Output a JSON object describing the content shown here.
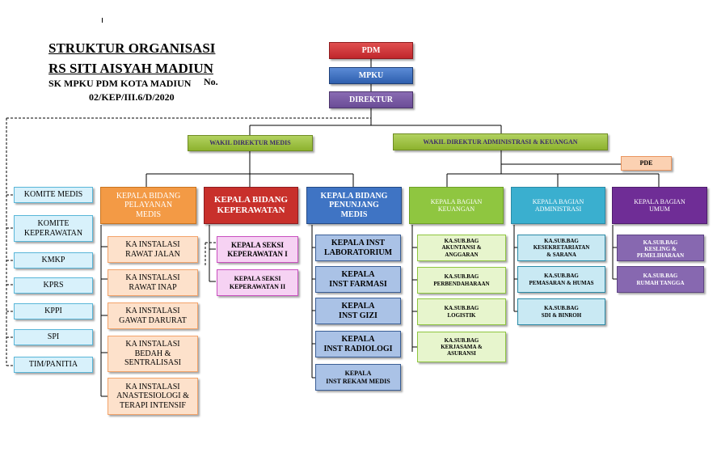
{
  "title": {
    "line1": "STRUKTUR ORGANISASI",
    "line2": "RS SITI AISYAH MADIUN",
    "line3": "SK MPKU PDM KOTA MADIUN",
    "line3_no": "No.",
    "line4": "02/KEP/III.6/D/2020"
  },
  "top": {
    "pdm": "PDM",
    "mpku": "MPKU",
    "direktur": "DIREKTUR"
  },
  "wakil": {
    "medis": "WAKIL DIREKTUR MEDIS",
    "admin": "WAKIL DIREKTUR ADMINISTRASI & KEUANGAN"
  },
  "pde": "PDE",
  "komite": [
    "KOMITE MEDIS",
    "KOMITE\nKEPERAWATAN",
    "KMKP",
    "KPRS",
    "KPPI",
    "SPI",
    "TIM/PANITIA"
  ],
  "pelayanan": {
    "head": "KEPALA BIDANG\nPELAYANAN\nMEDIS",
    "items": [
      "KA INSTALASI\nRAWAT JALAN",
      "KA INSTALASI\nRAWAT INAP",
      "KA INSTALASI\nGAWAT DARURAT",
      "KA INSTALASI\nBEDAH &\nSENTRALISASI",
      "KA INSTALASI\nANASTESIOLOGI &\nTERAPI INTENSIF"
    ]
  },
  "keperawatan": {
    "head": "KEPALA BIDANG\nKEPERAWATAN",
    "items": [
      "KEPALA SEKSI\nKEPERAWATAN I",
      "KEPALA SEKSI\nKEPERAWATAN II"
    ]
  },
  "penunjang": {
    "head": "KEPALA BIDANG\nPENUNJANG\nMEDIS",
    "items": [
      "KEPALA INST\nLABORATORIUM",
      "KEPALA\nINST FARMASI",
      "KEPALA\nINST GIZI",
      "KEPALA\nINST RADIOLOGI",
      "KEPALA\nINST REKAM MEDIS"
    ]
  },
  "keuangan": {
    "head": "KEPALA BAGIAN\nKEUANGAN",
    "items": [
      "KA.SUB.BAG\nAKUNTANSI &\nANGGARAN",
      "KA.SUB.BAG\nPERBENDAHARAAN",
      "KA.SUB.BAG\nLOGISTIK",
      "KA.SUB.BAG\nKERJASAMA &\nASURANSI"
    ]
  },
  "administrasi": {
    "head": "KEPALA BAGIAN\nADMINISTRASI",
    "items": [
      "KA.SUB.BAG\nKESEKRETARIATAN\n& SARANA",
      "KA.SUB.BAG\nPEMASARAN & HUMAS",
      "KA.SUB.BAG\nSDI & BINROH"
    ]
  },
  "umum": {
    "head": "KEPALA BAGIAN\nUMUM",
    "items": [
      "KA.SUB.BAG\nKESLING &\nPEMELIHARAAN",
      "KA.SUB.BAG\nRUMAH TANGGA"
    ]
  }
}
